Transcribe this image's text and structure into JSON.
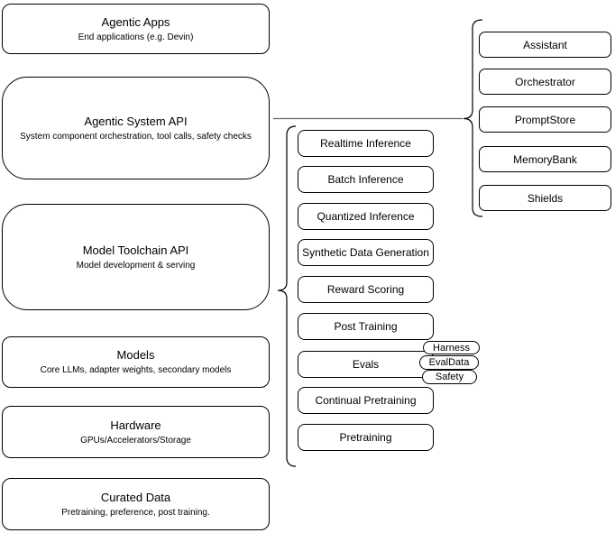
{
  "colors": {
    "stroke": "#000000",
    "background": "#ffffff",
    "connector_line": "#666666"
  },
  "left_stack": [
    {
      "title": "Agentic Apps",
      "subtitle": "End applications (e.g. Devin)"
    },
    {
      "title": "Agentic System API",
      "subtitle": "System component orchestration, tool calls, safety checks"
    },
    {
      "title": "Model Toolchain API",
      "subtitle": "Model development & serving"
    },
    {
      "title": "Models",
      "subtitle": "Core LLMs, adapter weights, secondary models"
    },
    {
      "title": "Hardware",
      "subtitle": "GPUs/Accelerators/Storage"
    },
    {
      "title": "Curated Data",
      "subtitle": "Pretraining, preference, post training."
    }
  ],
  "toolchain_items": [
    "Realtime Inference",
    "Batch Inference",
    "Quantized Inference",
    "Synthetic Data Generation",
    "Reward Scoring",
    "Post Training",
    "Evals",
    "Continual Pretraining",
    "Pretraining"
  ],
  "evals_tags": [
    "Harness",
    "EvalData",
    "Safety"
  ],
  "system_components": [
    "Assistant",
    "Orchestrator",
    "PromptStore",
    "MemoryBank",
    "Shields"
  ]
}
